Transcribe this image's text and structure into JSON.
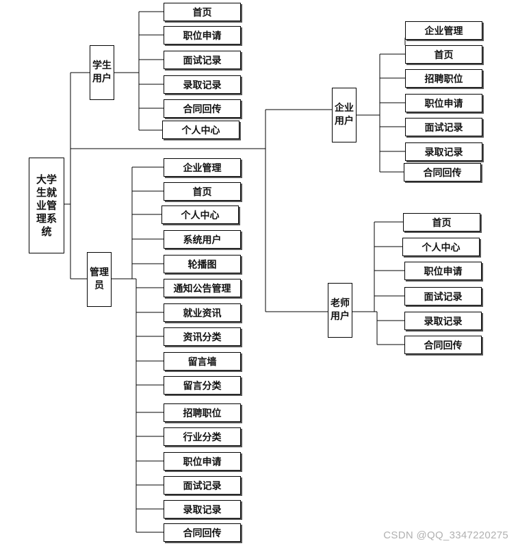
{
  "root": "大学生就业管理系统",
  "branches": {
    "student": {
      "label": "学生用户",
      "items": [
        "首页",
        "职位申请",
        "面试记录",
        "录取记录",
        "合同回传",
        "个人中心"
      ]
    },
    "enterprise": {
      "label": "企业用户",
      "items": [
        "企业管理",
        "首页",
        "招聘职位",
        "职位申请",
        "面试记录",
        "录取记录",
        "合同回传"
      ]
    },
    "teacher": {
      "label": "老师用户",
      "items": [
        "首页",
        "个人中心",
        "职位申请",
        "面试记录",
        "录取记录",
        "合同回传"
      ]
    },
    "admin": {
      "label": "管理员",
      "items": [
        "企业管理",
        "首页",
        "个人中心",
        "系统用户",
        "轮播图",
        "通知公告管理",
        "就业资讯",
        "资讯分类",
        "留言墙",
        "留言分类",
        "招聘职位",
        "行业分类",
        "职位申请",
        "面试记录",
        "录取记录",
        "合同回传"
      ]
    }
  },
  "watermark": "CSDN @QQ_3347220275",
  "colors": {
    "line": "#000000",
    "box_border": "#000000",
    "background": "#ffffff",
    "watermark": "#b0b0b0"
  }
}
